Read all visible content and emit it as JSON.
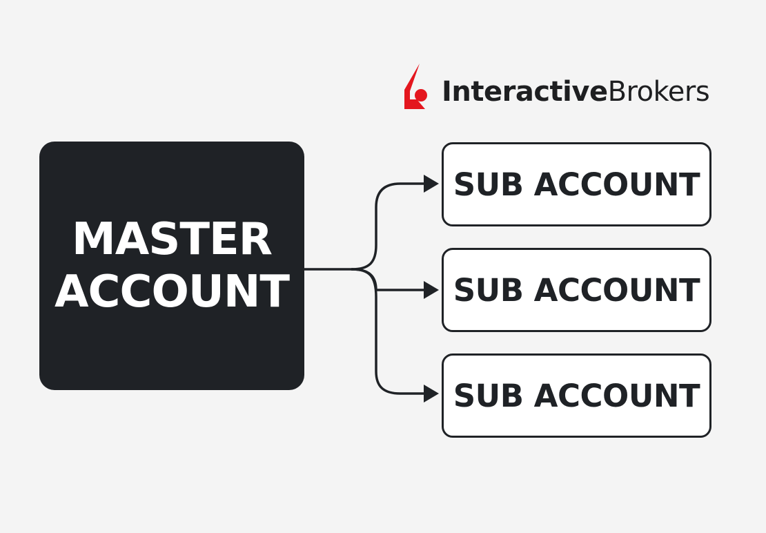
{
  "logo": {
    "text_strong": "Interactive",
    "text_light": "Brokers",
    "brand_color": "#e4161e",
    "text_color": "#1e1f21"
  },
  "master": {
    "line1": "MASTER",
    "line2": "ACCOUNT",
    "fill": "#1f2226",
    "text_color": "#ffffff"
  },
  "subs": [
    {
      "label": "SUB ACCOUNT"
    },
    {
      "label": "SUB ACCOUNT"
    },
    {
      "label": "SUB ACCOUNT"
    }
  ],
  "colors": {
    "background": "#f4f4f4",
    "stroke": "#1f2226",
    "sub_fill": "#ffffff"
  }
}
